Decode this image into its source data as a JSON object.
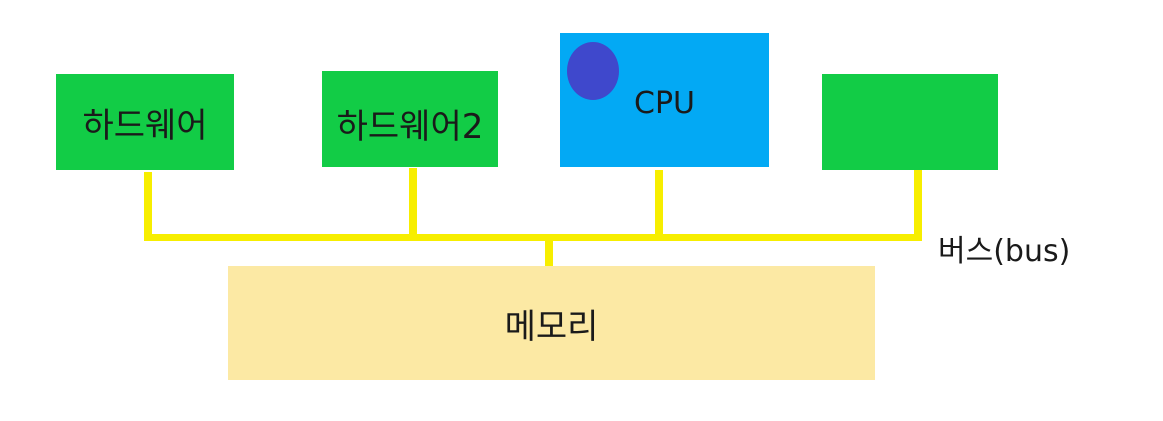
{
  "colors": {
    "hardware_box": "#12cc46",
    "cpu_box": "#03a9f4",
    "cpu_dot": "#3f48cc",
    "memory_box": "#fce9a4",
    "bus": "#f7ee00"
  },
  "diagram": {
    "hardware1_label": "하드웨어",
    "hardware2_label": "하드웨어2",
    "cpu_label": "CPU",
    "hardware3_label": "",
    "bus_label": "버스(bus)",
    "memory_label": "메모리"
  }
}
